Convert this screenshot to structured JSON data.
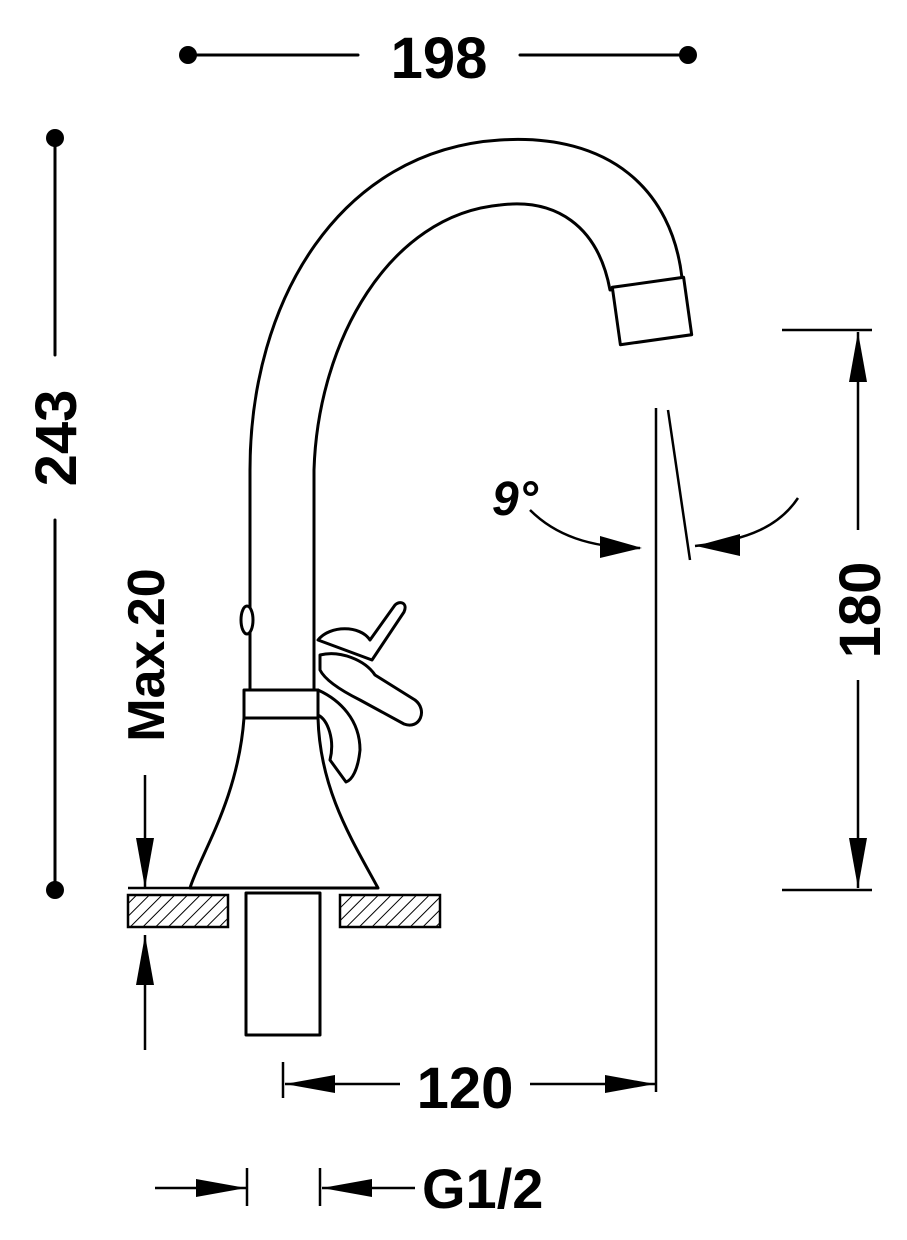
{
  "dimensions": {
    "overall_width": "198",
    "overall_height": "243",
    "spout_height": "180",
    "spout_reach": "120",
    "max_deck_thickness": "Max.20",
    "connection_thread": "G1/2",
    "spout_angle": "9°"
  }
}
